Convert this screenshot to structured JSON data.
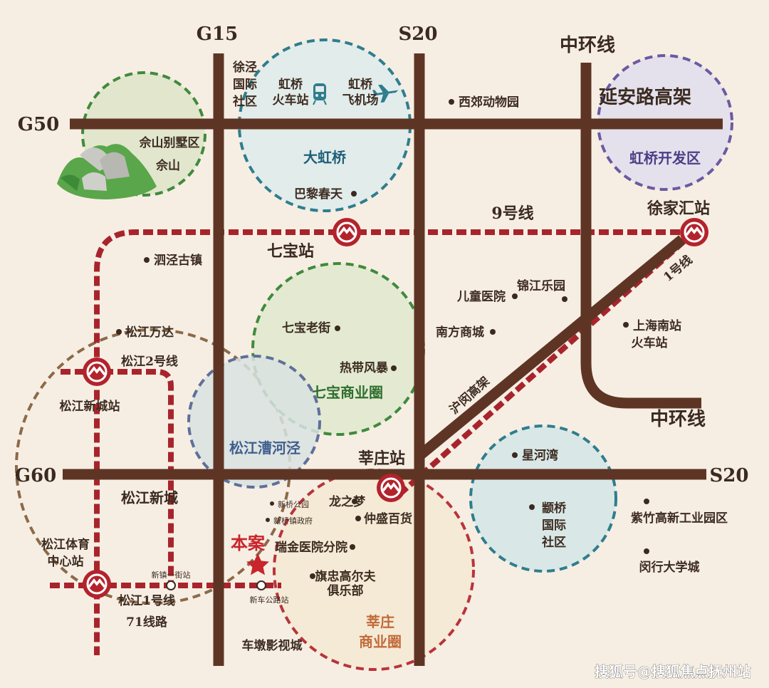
{
  "roads": {
    "g15": "G15",
    "s20_top": "S20",
    "mid_ring_top": "中环线",
    "g50": "G50",
    "g60": "G60",
    "s20_right": "S20",
    "mid_ring_bottom": "中环线",
    "huminqiao": "沪闵高架",
    "yanan_elevated": "延安路高架"
  },
  "metro_lines": {
    "line9": "9号线",
    "line1": "1号线",
    "songjiang_line2": "松江2号线",
    "songjiang_line1": "松江1号线",
    "line71": "71线路"
  },
  "stations": {
    "qibao": "七宝站",
    "xujiahui": "徐家汇站",
    "songjiang_xincheng": "松江新城站",
    "xinzhuang": "莘庄站",
    "songjiang_sports_1": "松江体育",
    "songjiang_sports_2": "中心站",
    "xinzhen_jie": "新镇一街站",
    "xinche_gonglu": "新车公路站"
  },
  "zones": {
    "sheshan_villa": "佘山别墅区",
    "sheshan": "佘山",
    "da_hongqiao": "大虹桥",
    "hongqiao_dev": "虹桥开发区",
    "qibao_biz": "七宝商业圈",
    "caohejing": "松江漕河泾",
    "songjiang_newtown": "松江新城",
    "xinzhuang_biz_1": "莘庄",
    "xinzhuang_biz_2": "商业圈",
    "zhuqiao_1": "颛桥",
    "zhuqiao_2": "国际",
    "zhuqiao_3": "社区",
    "xujing_1": "徐泾",
    "xujing_2": "国际",
    "xujing_3": "社区"
  },
  "pois": {
    "hongqiao_rail_1": "虹桥",
    "hongqiao_rail_2": "火车站",
    "hongqiao_airport_1": "虹桥",
    "hongqiao_airport_2": "飞机场",
    "xijiao_zoo": "西郊动物园",
    "paris_spring": "巴黎春天",
    "sijing": "泗泾古镇",
    "songjiang_wanda": "松江万达",
    "qibao_old": "七宝老街",
    "tropical_storm": "热带风暴",
    "childrens_hospital": "儿童医院",
    "jinjiang_park": "锦江乐园",
    "nanfang_mall": "南方商城",
    "shanghai_south_1": "上海南站",
    "shanghai_south_2": "火车站",
    "xinghewan": "星河湾",
    "zizhu": "紫竹高新工业园区",
    "minhang_uni": "闵行大学城",
    "longzhimeng": "龙之梦",
    "zhongsheng": "仲盛百货",
    "ruijin": "瑞金医院分院",
    "qizhong_golf_1": "旗忠高尔夫",
    "qizhong_golf_2": "俱乐部",
    "xinqiao_park": "新桥公园",
    "xinqiao_gov": "新桥镇政府",
    "chedun": "车墩影视城",
    "project": "本案"
  },
  "watermark": "搜狐号@搜狐焦点抚州站",
  "colors": {
    "road": "#5e3524",
    "metro": "#a8242c",
    "green_circle": "#3f8a3c",
    "blue_circle": "#2f7d8e",
    "purple_circle": "#6b5aa0",
    "brown_circle": "#8b6a48",
    "red_circle": "#b8343a",
    "project_star": "#c8262c"
  },
  "icons": [
    "train-icon",
    "airplane-icon",
    "mountain-icon",
    "metro-station-icon",
    "star-icon"
  ]
}
